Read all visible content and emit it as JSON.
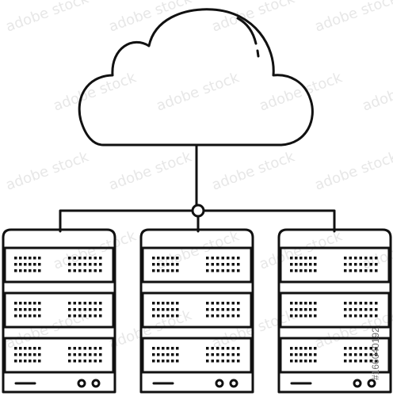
{
  "illustration": {
    "subject": "cloud-server-network",
    "line_color": "#111111",
    "background_color": "#ffffff",
    "server_count": 3,
    "units_per_server": 3
  },
  "watermark": {
    "text": "adobe stock",
    "color": "#e7e7e7",
    "stock_id": "#166040192"
  }
}
